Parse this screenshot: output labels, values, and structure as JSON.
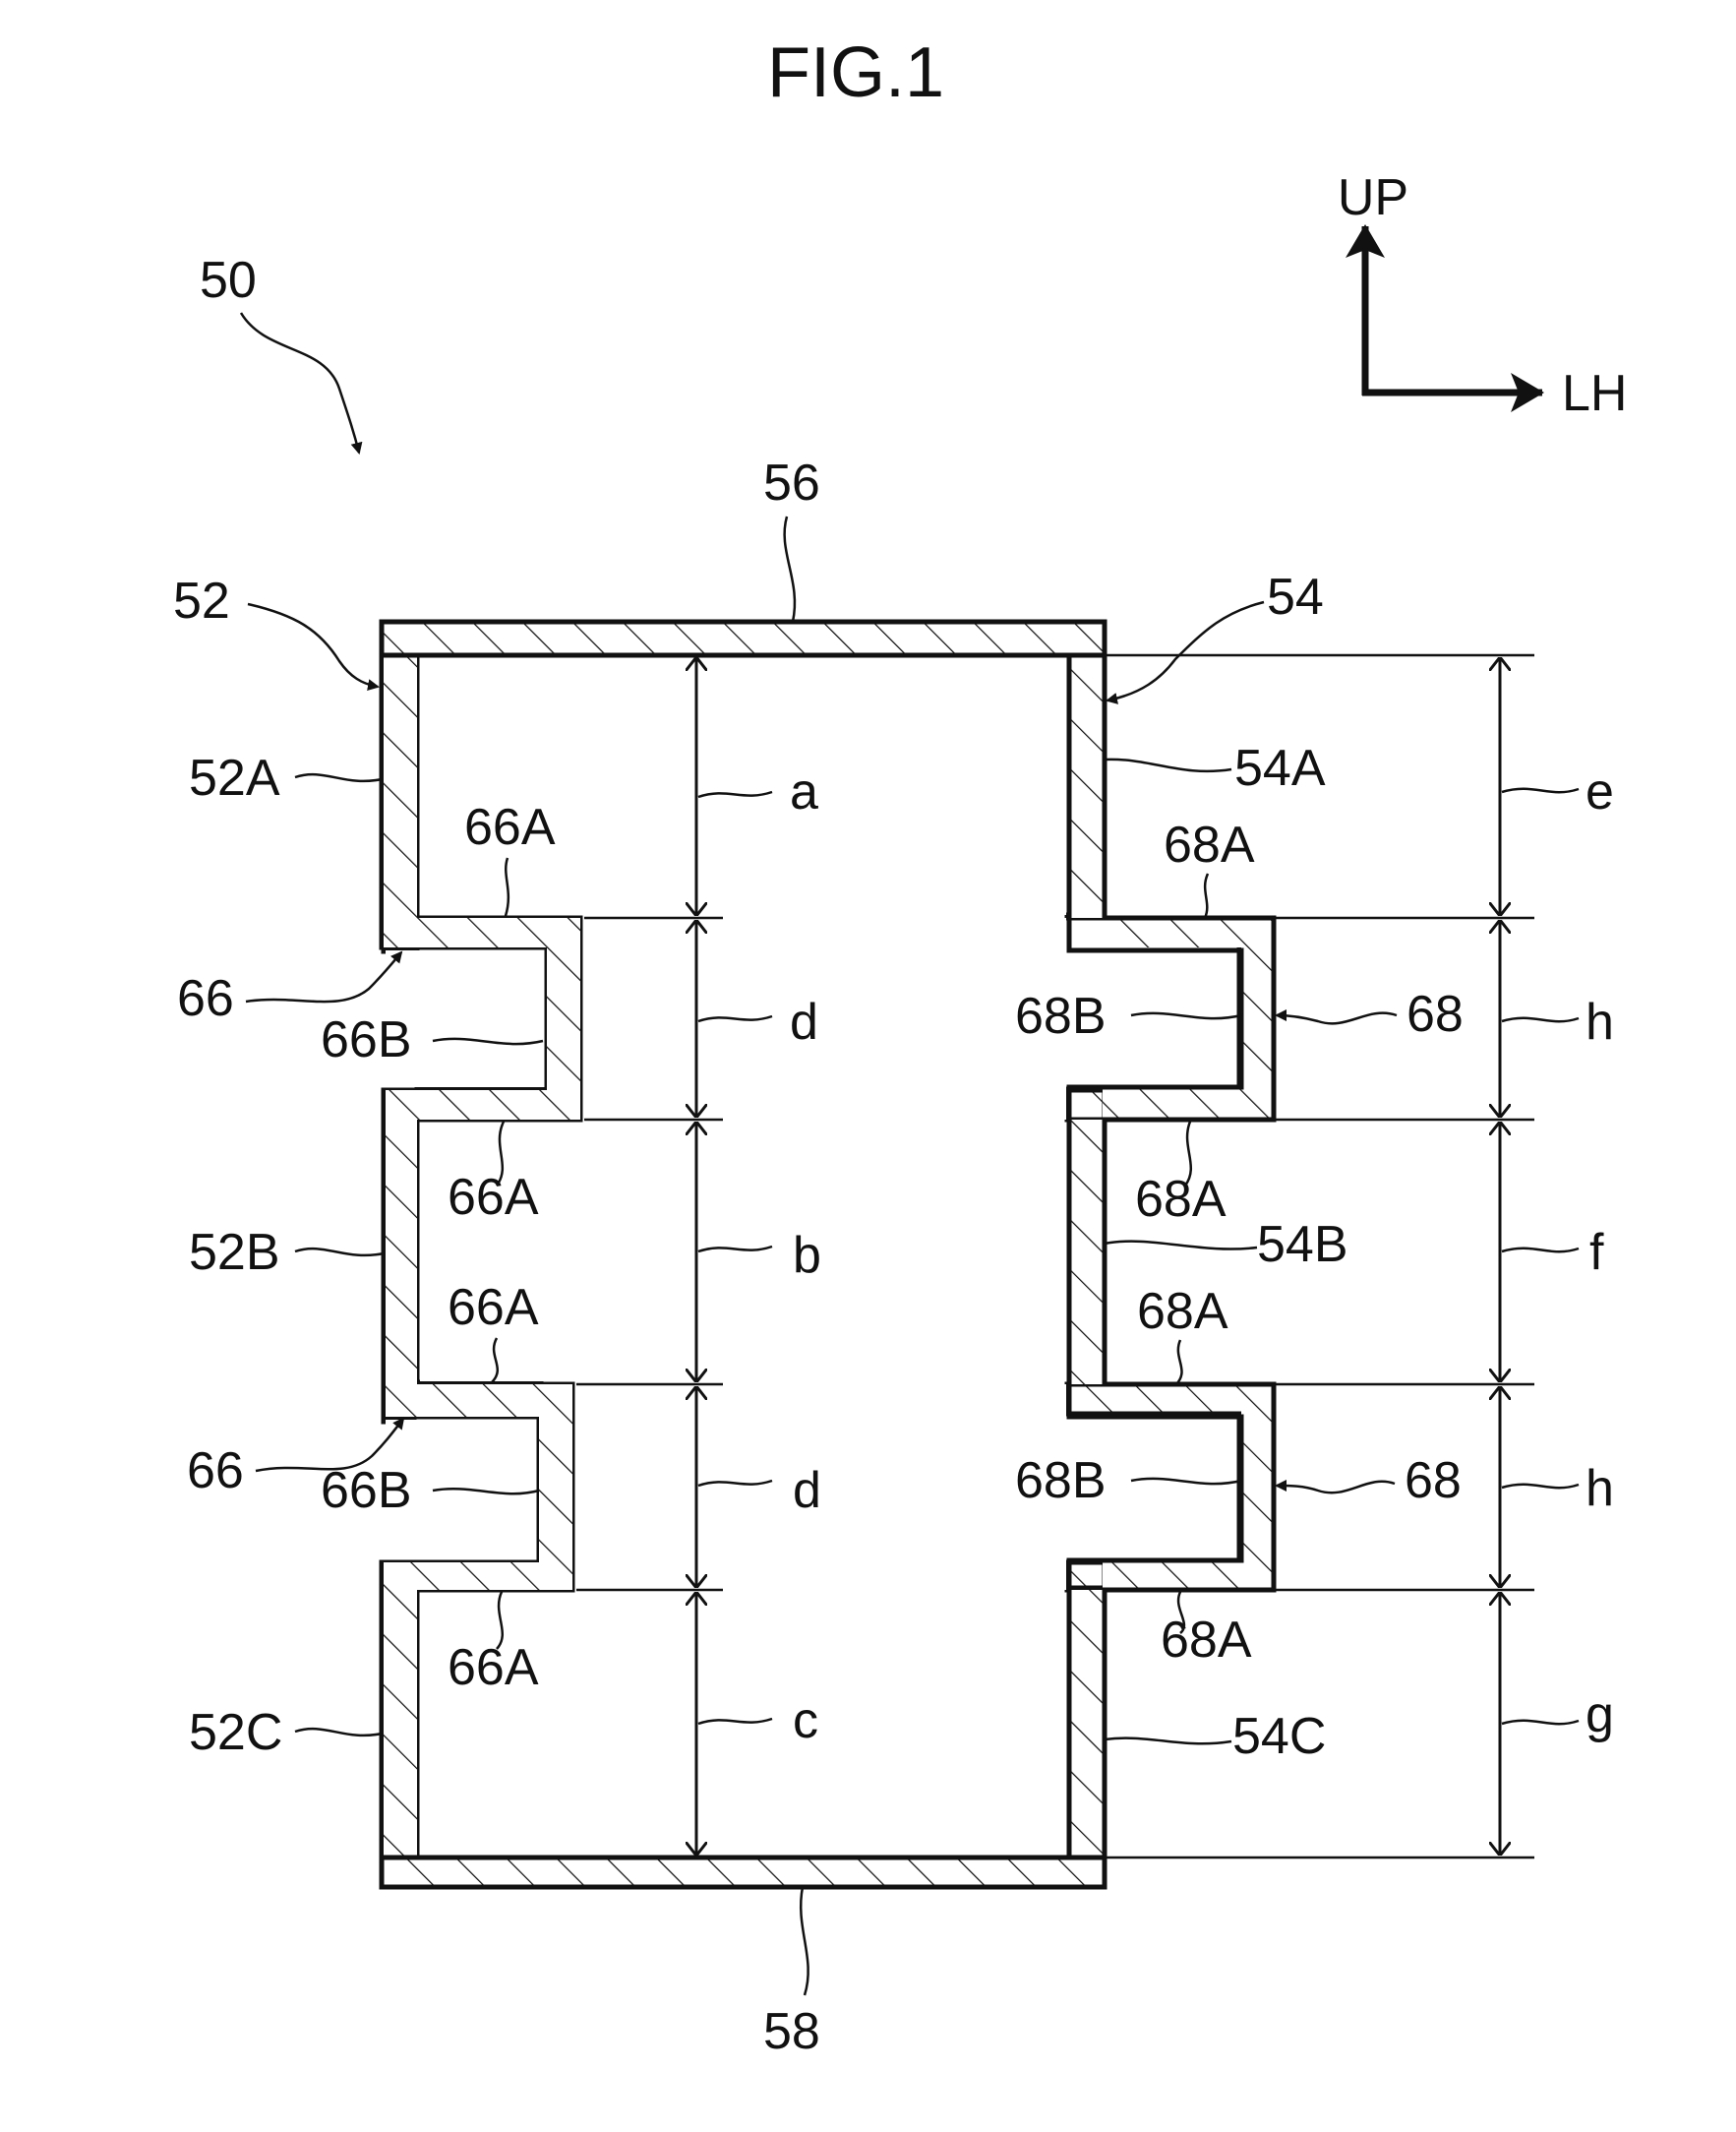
{
  "title": "FIG.1",
  "directions": {
    "up": "UP",
    "right": "LH"
  },
  "labels": {
    "n50": "50",
    "n52": "52",
    "n54": "54",
    "n56": "56",
    "n58": "58",
    "n52A": "52A",
    "n52B": "52B",
    "n52C": "52C",
    "n54A": "54A",
    "n54B": "54B",
    "n54C": "54C",
    "n66": "66",
    "n66A": "66A",
    "n66B": "66B",
    "n68": "68",
    "n68A": "68A",
    "n68B": "68B"
  },
  "dimensions": {
    "a": "a",
    "b": "b",
    "c": "c",
    "d": "d",
    "e": "e",
    "f": "f",
    "g": "g",
    "h": "h"
  },
  "colors": {
    "line": "#111111",
    "background": "#ffffff"
  }
}
